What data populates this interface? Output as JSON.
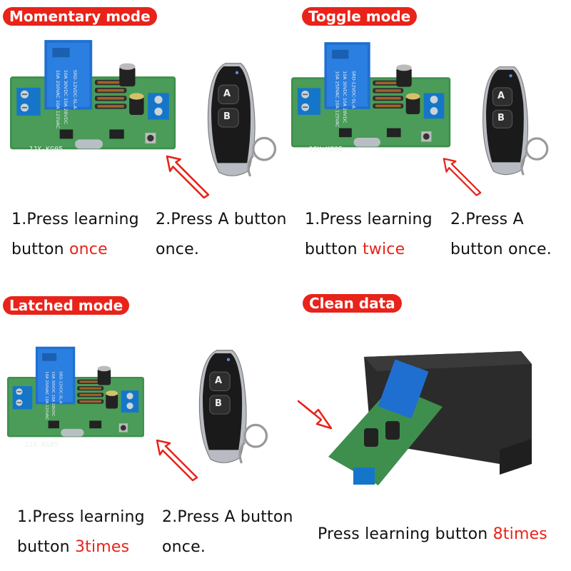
{
  "colors": {
    "accent": "#e8231a",
    "pcb": "#3e8f4d",
    "relay": "#1f6fd0",
    "terminal": "#1576c9"
  },
  "momentary": {
    "title": "Momentary mode",
    "board_text": "JJX-KG05",
    "remote_a": "A",
    "remote_b": "B",
    "step1_line1": "1.Press learning",
    "step1_line2a": "button ",
    "step1_line2b": "once",
    "step2_line1": "2.Press A button",
    "step2_line2": "once."
  },
  "toggle": {
    "title": "Toggle mode",
    "board_text": "JJX-KG05",
    "remote_a": "A",
    "remote_b": "B",
    "step1_line1": "1.Press learning",
    "step1_line2a": "button ",
    "step1_line2b": "twice",
    "step2_line1": "2.Press A",
    "step2_line2": "button once."
  },
  "latched": {
    "title": "Latched mode",
    "board_text": "JJX-KG05",
    "remote_a": "A",
    "remote_b": "B",
    "step1_line1": "1.Press learning",
    "step1_line2a": "button ",
    "step1_line2b": "3times",
    "step2_line1": "2.Press A button",
    "step2_line2": "once."
  },
  "clean": {
    "title": "Clean data",
    "instruction_a": "Press learning button ",
    "instruction_b": "8times"
  }
}
